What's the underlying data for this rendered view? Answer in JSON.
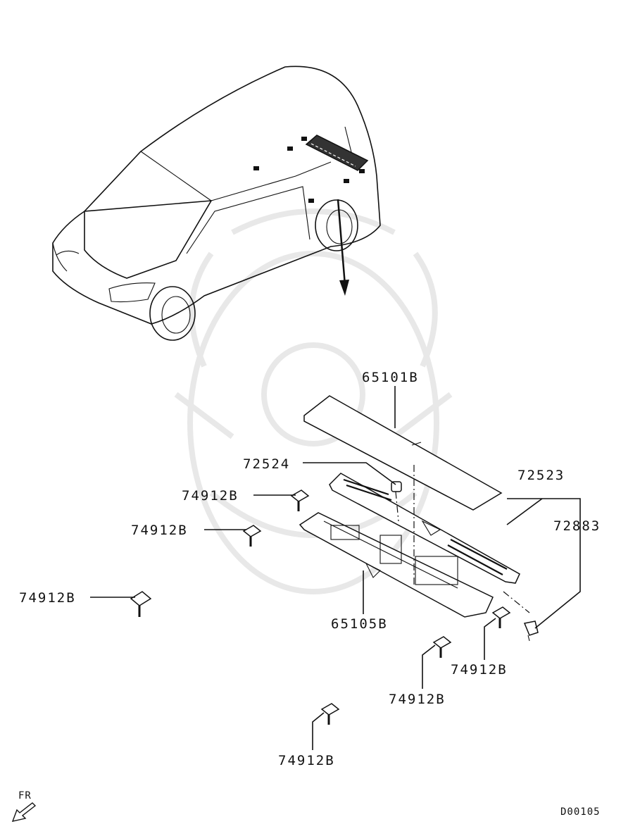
{
  "diagram": {
    "callouts": [
      {
        "id": "c-65101B",
        "text": "65101B"
      },
      {
        "id": "c-72524",
        "text": "72524"
      },
      {
        "id": "c-72523",
        "text": "72523"
      },
      {
        "id": "c-72883",
        "text": "72883"
      },
      {
        "id": "c-74912B-1",
        "text": "74912B"
      },
      {
        "id": "c-74912B-2",
        "text": "74912B"
      },
      {
        "id": "c-74912B-3",
        "text": "74912B"
      },
      {
        "id": "c-74912B-4",
        "text": "74912B"
      },
      {
        "id": "c-74912B-5",
        "text": "74912B"
      },
      {
        "id": "c-74912B-6",
        "text": "74912B"
      },
      {
        "id": "c-65105B",
        "text": "65105B"
      }
    ],
    "direction_label": "FR",
    "diagram_code": "D00105"
  }
}
